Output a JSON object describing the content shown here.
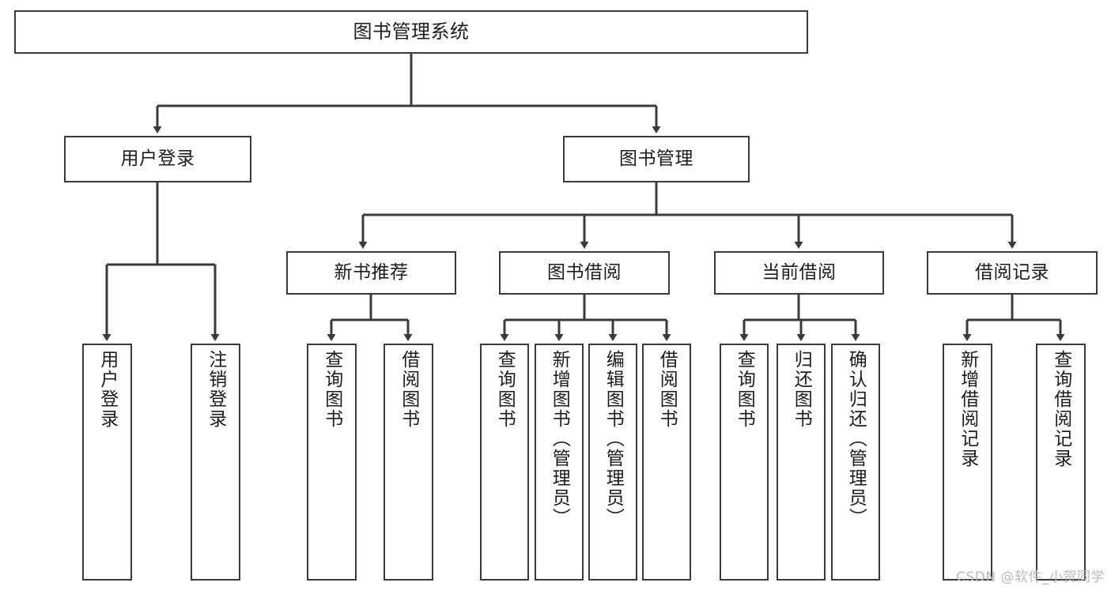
{
  "diagram": {
    "title": "图书管理系统",
    "type": "hierarchy-tree",
    "colors": {
      "stroke": "#3a3a3a",
      "fill": "#ffffff",
      "text": "#1c1c1c",
      "watermark": "#b9b9b9"
    },
    "nodes": {
      "root": {
        "label": "图书管理系统"
      },
      "level2": [
        {
          "label": "用户登录"
        },
        {
          "label": "图书管理"
        }
      ],
      "level3": [
        {
          "label": "新书推荐"
        },
        {
          "label": "图书借阅"
        },
        {
          "label": "当前借阅"
        },
        {
          "label": "借阅记录"
        }
      ],
      "leaves_user_login": [
        {
          "label": "用户登录"
        },
        {
          "label": "注销登录"
        }
      ],
      "leaves_new_book": [
        {
          "label": "查询图书"
        },
        {
          "label": "借阅图书"
        }
      ],
      "leaves_borrow": [
        {
          "label": "查询图书"
        },
        {
          "label": "新增图书（管理员）"
        },
        {
          "label": "编辑图书（管理员）"
        },
        {
          "label": "借阅图书"
        }
      ],
      "leaves_current": [
        {
          "label": "查询图书"
        },
        {
          "label": "归还图书"
        },
        {
          "label": "确认归还（管理员）"
        }
      ],
      "leaves_record": [
        {
          "label": "新增借阅记录"
        },
        {
          "label": "查询借阅记录"
        }
      ]
    }
  },
  "watermark": {
    "text": "CSDN @软件_小贺同学"
  }
}
